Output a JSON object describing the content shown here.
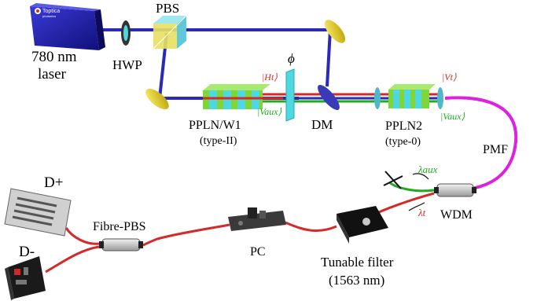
{
  "labels": {
    "laser_line1": "780 nm",
    "laser_line2": "laser",
    "laser_brand": "Toptica",
    "laser_brand_sub": "photonics",
    "hwp": "HWP",
    "pbs": "PBS",
    "phi": "ϕ",
    "ket_h": "|Ht⟩",
    "ket_v": "|Vt⟩",
    "ket_vaux_left": "|Vaux⟩",
    "ket_vaux_right": "|Vaux⟩",
    "pplnw1_main": "PPLN/W1",
    "pplnw1_type": "(type-II)",
    "dm": "DM",
    "ppln2_main": "PPLN2",
    "ppln2_type": "(type-0)",
    "pmf": "PMF",
    "lambda_aux": "λaux",
    "lambda_t": "λt",
    "wdm": "WDM",
    "d_plus": "D+",
    "d_minus": "D-",
    "fibre_pbs": "Fibre-PBS",
    "pc": "PC",
    "tunable_line1": "Tunable filter",
    "tunable_line2": "(1563 nm)"
  },
  "colors": {
    "blue_beam": "#2a2ab8",
    "red_fibre": "#d42a2a",
    "magenta_fibre": "#e020e0",
    "green_fibre": "#22aa22",
    "crystal_green": "#7fd63a",
    "crystal_cyan": "#4fd8e0",
    "mirror_yellow": "#e8d000"
  }
}
